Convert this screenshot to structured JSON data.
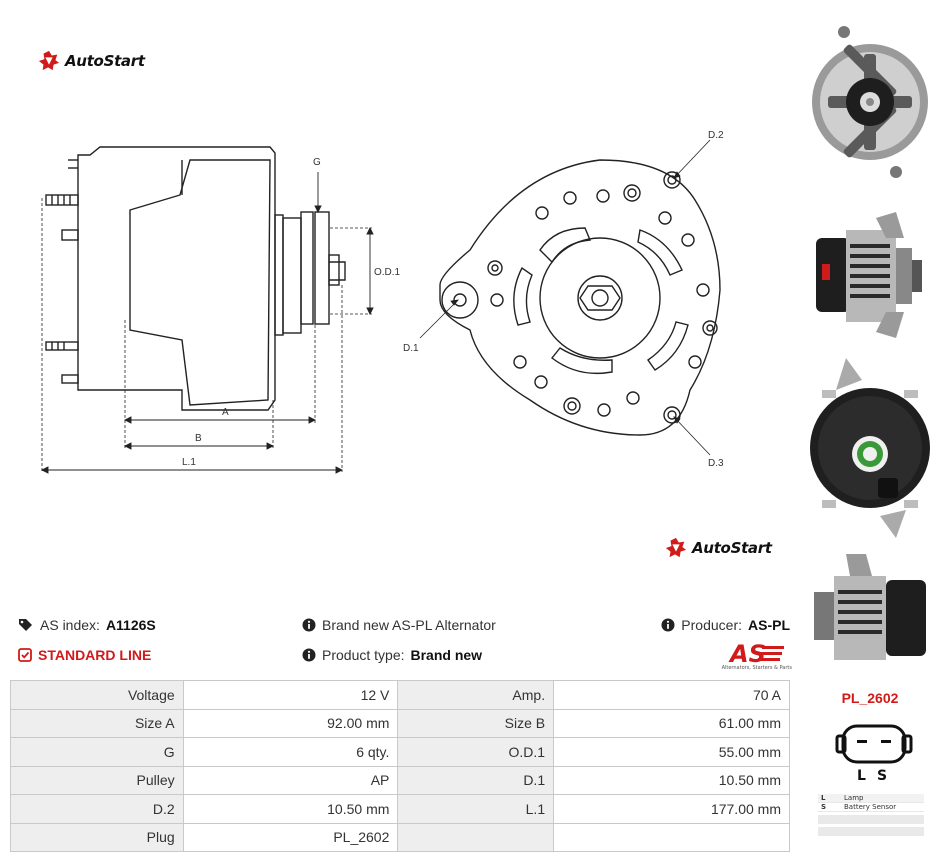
{
  "brand": {
    "name": "AutoStart",
    "accent": "#d11a1a"
  },
  "drawing": {
    "labels": {
      "g": "G",
      "od1": "O.D.1",
      "a": "A",
      "b": "B",
      "l1": "L.1",
      "d1": "D.1",
      "d2": "D.2",
      "d3": "D.3"
    }
  },
  "info": {
    "as_index_label": "AS index:",
    "as_index_value": "A1126S",
    "line_label": "STANDARD LINE",
    "brand_new_text": "Brand new AS-PL Alternator",
    "product_type_label": "Product type:",
    "product_type_value": "Brand new",
    "producer_label": "Producer:",
    "producer_value": "AS-PL",
    "producer_logo_text": "AS",
    "producer_tagline": "Alternators, Starters & Parts"
  },
  "specs": [
    [
      {
        "label": "Voltage",
        "value": "12 V"
      },
      {
        "label": "Amp.",
        "value": "70 A"
      }
    ],
    [
      {
        "label": "Size A",
        "value": "92.00 mm"
      },
      {
        "label": "Size B",
        "value": "61.00 mm"
      }
    ],
    [
      {
        "label": "G",
        "value": "6 qty."
      },
      {
        "label": "O.D.1",
        "value": "55.00 mm"
      }
    ],
    [
      {
        "label": "Pulley",
        "value": "AP"
      },
      {
        "label": "D.1",
        "value": "10.50 mm"
      }
    ],
    [
      {
        "label": "D.2",
        "value": "10.50 mm"
      },
      {
        "label": "L.1",
        "value": "177.00 mm"
      }
    ],
    [
      {
        "label": "Plug",
        "value": "PL_2602"
      },
      {
        "label": "",
        "value": ""
      }
    ]
  ],
  "plug": {
    "code": "PL_2602",
    "pins": [
      "L",
      "S"
    ],
    "legend": [
      {
        "key": "L",
        "desc": "Lamp"
      },
      {
        "key": "S",
        "desc": "Battery Sensor"
      }
    ]
  },
  "icons": {
    "logo": "autostart-logo-icon",
    "tag": "tag-icon",
    "check": "check-square-icon",
    "info": "info-circle-icon"
  }
}
